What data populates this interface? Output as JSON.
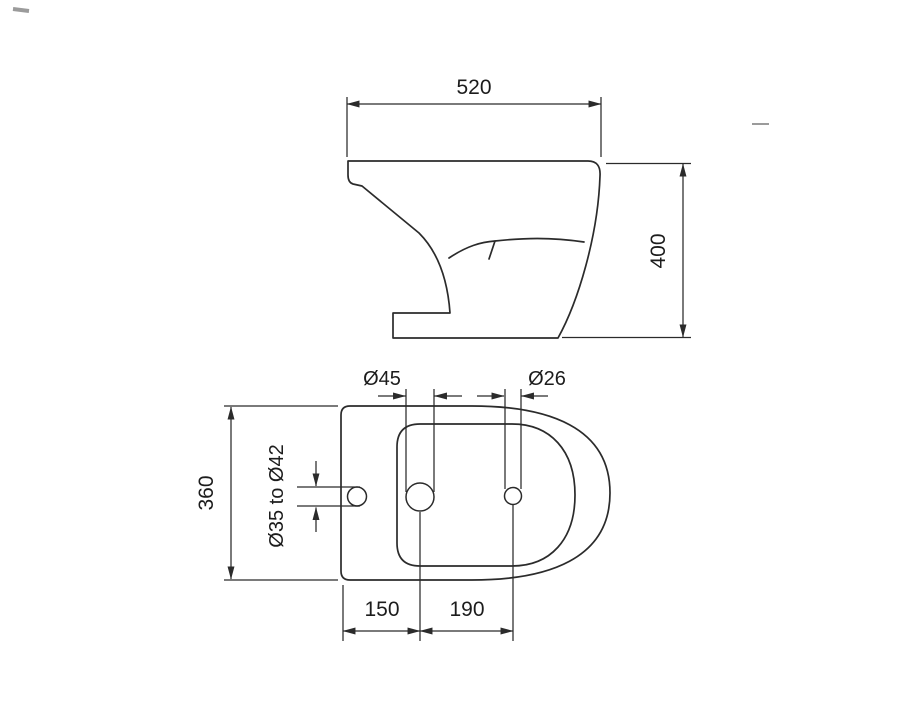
{
  "drawing": {
    "type": "bidet technical dimension drawing",
    "line_color": "#2b2b2b",
    "background": "#ffffff",
    "side_view": {
      "width_label": "520",
      "height_label": "400"
    },
    "plan_view": {
      "drain_diameter_label": "Ø45",
      "faucet_diameter_label": "Ø26",
      "depth_label": "360",
      "inlet_diameter_label": "Ø35 to Ø42",
      "drain_offset_label": "150",
      "hole_spacing_label": "190"
    }
  }
}
